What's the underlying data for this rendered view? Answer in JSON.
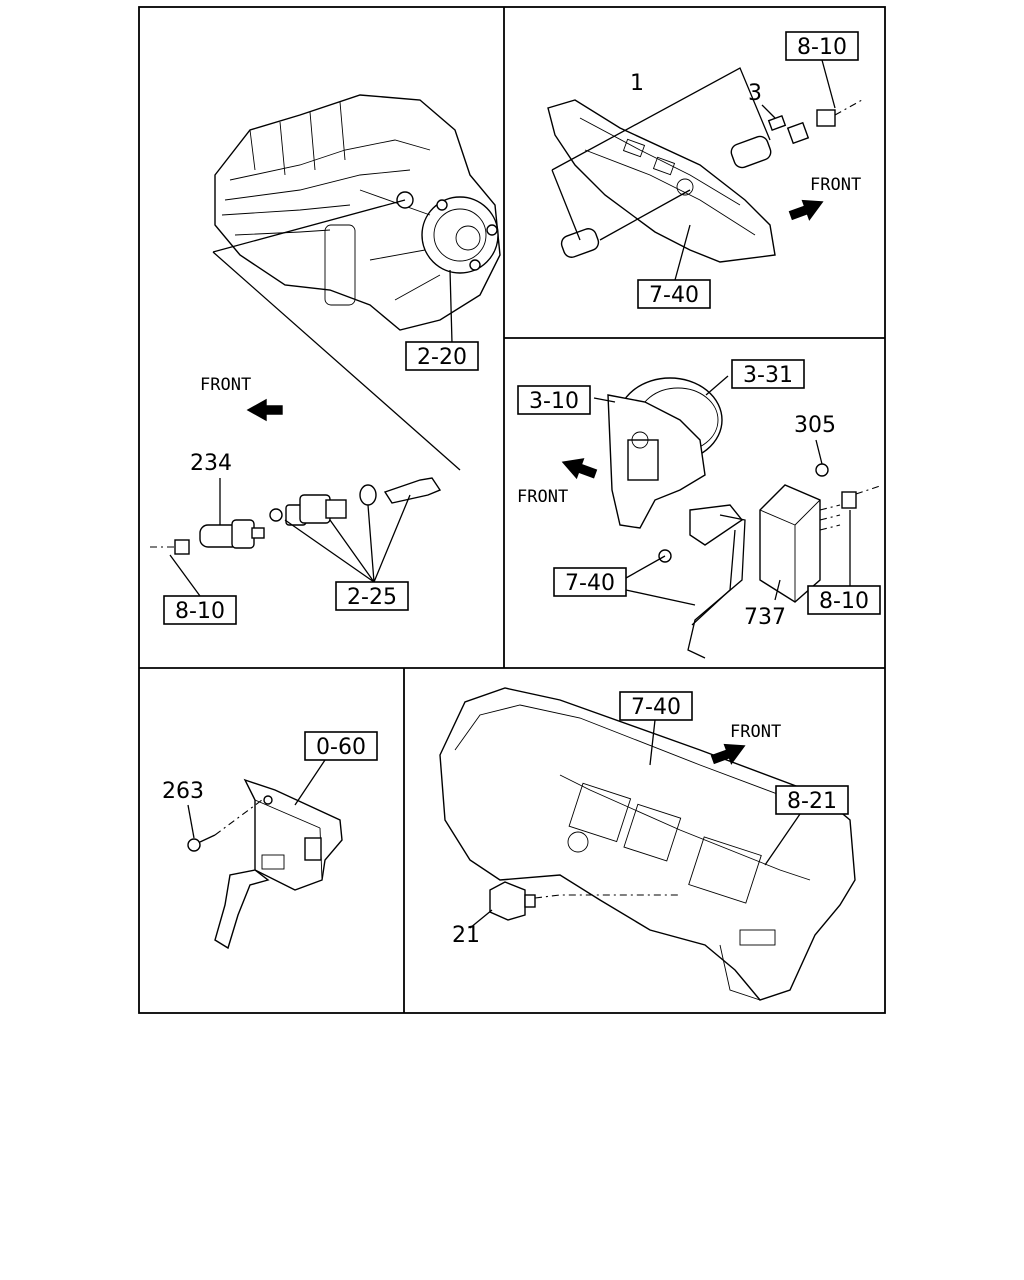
{
  "panels": {
    "top_left": {
      "refs": [
        "2-20",
        "8-10",
        "2-25"
      ],
      "parts": [
        "234"
      ],
      "front": "FRONT"
    },
    "top_right": {
      "refs": [
        "8-10",
        "7-40"
      ],
      "parts": [
        "1",
        "3"
      ],
      "front": "FRONT"
    },
    "mid_right": {
      "refs": [
        "3-31",
        "3-10",
        "7-40",
        "8-10"
      ],
      "parts": [
        "305",
        "737"
      ],
      "front": "FRONT"
    },
    "bottom_left": {
      "refs": [
        "0-60"
      ],
      "parts": [
        "263"
      ]
    },
    "bottom_right": {
      "refs": [
        "7-40",
        "8-21"
      ],
      "parts": [
        "21"
      ],
      "front": "FRONT"
    }
  }
}
